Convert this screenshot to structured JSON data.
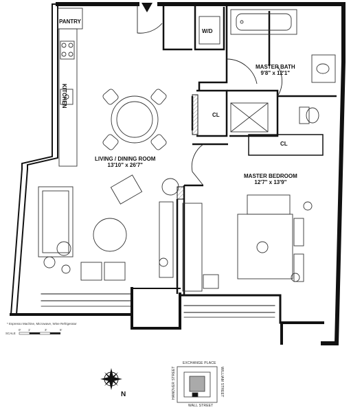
{
  "rooms": {
    "pantry": {
      "name": "PANTRY"
    },
    "wd": {
      "name": "W/D"
    },
    "master_bath": {
      "name": "MASTER BATH",
      "dims": "9'8\" x 12'1\""
    },
    "kitchen": {
      "name": "KITCHEN"
    },
    "cl_1": {
      "name": "CL"
    },
    "cl_2": {
      "name": "CL"
    },
    "living_dining": {
      "name": "LIVING / DINING ROOM",
      "dims": "13'10\" x 26'7\""
    },
    "master_bedroom": {
      "name": "MASTER BEDROOM",
      "dims": "12'7\" x 13'9\""
    }
  },
  "footnote": "* Espresso Machine, Microwave, Wine Refrigerator",
  "scale": {
    "label": "SCALE",
    "ticks": [
      "0'",
      "1'",
      "3'",
      "5'"
    ]
  },
  "compass": {
    "north_label": "N"
  },
  "keyplan": {
    "streets": {
      "north": "EXCHANGE PLACE",
      "west": "HANOVER STREET",
      "east": "WILLIAM STREET",
      "south": "WALL STREET"
    }
  }
}
